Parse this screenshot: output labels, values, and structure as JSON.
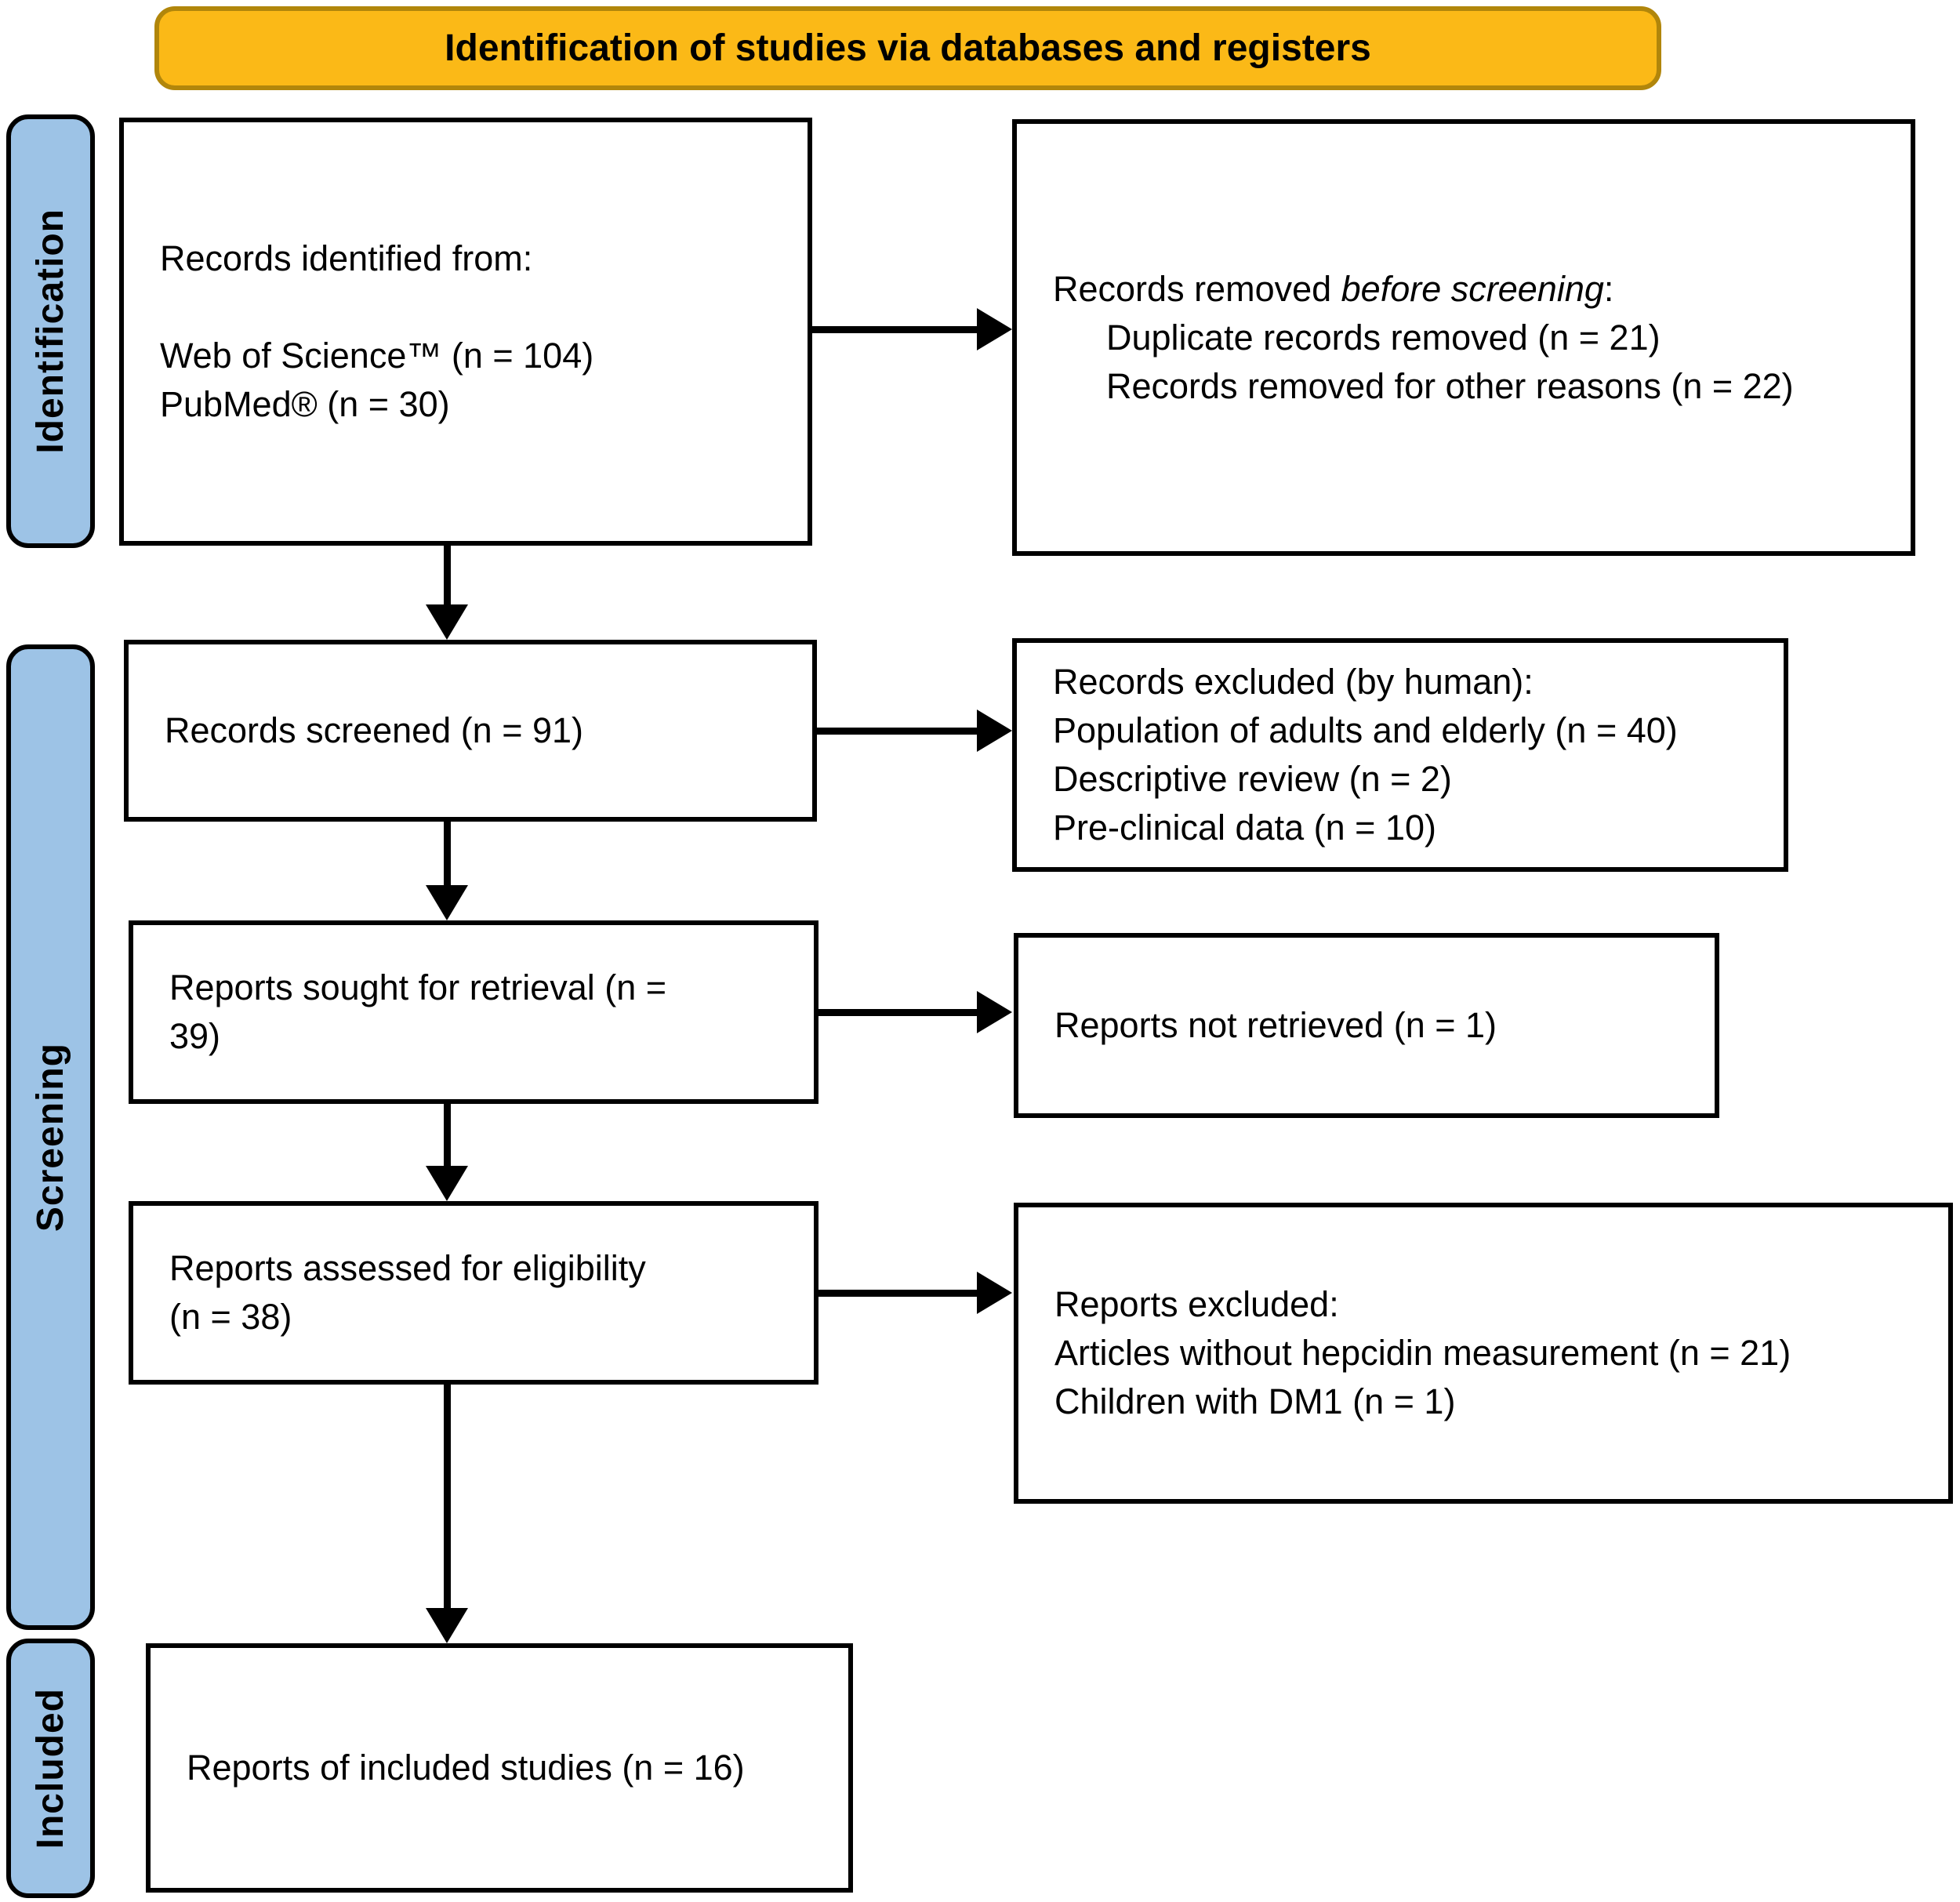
{
  "banner": {
    "label": "Identification of studies via databases and registers",
    "fill_color": "#FBB917",
    "border_color": "#B1860B"
  },
  "side_labels": {
    "identification": "Identification",
    "screening": "Screening",
    "included": "Included",
    "fill_color": "#9DC3E6"
  },
  "boxes": {
    "records_identified": {
      "lines": [
        "Records identified from:",
        "",
        "Web of Science™ (n = 104)",
        "PubMed® (n = 30)"
      ]
    },
    "records_removed": {
      "title_prefix": "Records removed ",
      "title_italic": "before screening",
      "title_suffix": ":",
      "items": [
        "Duplicate records removed (n = 21)",
        "Records removed for other reasons (n = 22)"
      ]
    },
    "records_screened": {
      "label": "Records screened (n = 91)"
    },
    "records_excluded": {
      "lines": [
        "Records excluded (by human):",
        "Population of adults and elderly (n = 40)",
        "Descriptive review (n = 2)",
        "Pre-clinical data (n = 10)"
      ]
    },
    "reports_sought": {
      "lines": [
        "Reports sought for retrieval (n =",
        "39)"
      ]
    },
    "reports_not_retrieved": {
      "label": "Reports not retrieved (n = 1)"
    },
    "reports_assessed": {
      "lines": [
        "Reports assessed for eligibility",
        "(n = 38)"
      ]
    },
    "reports_excluded": {
      "lines": [
        "Reports excluded:",
        "Articles without hepcidin measurement (n = 21)",
        "Children with DM1 (n = 1)"
      ]
    },
    "reports_included": {
      "label": "Reports of included studies (n = 16)"
    }
  }
}
